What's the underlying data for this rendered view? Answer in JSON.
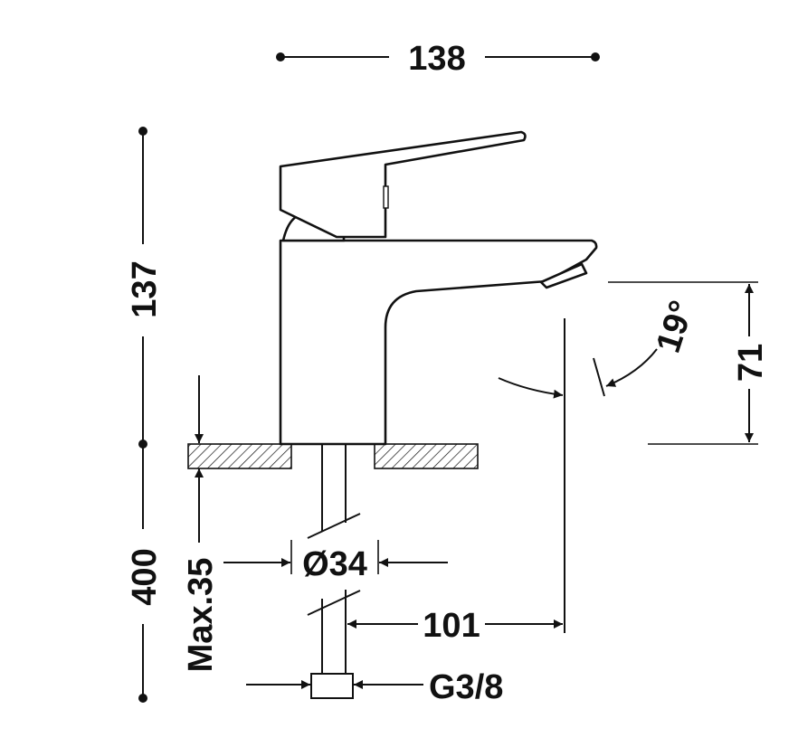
{
  "dimensions": {
    "overall_width": "138",
    "overall_height": "137",
    "spout_height": "71",
    "spout_angle": "19°",
    "base_diameter": "Ø34",
    "spout_reach": "101",
    "hose_length": "400",
    "max_counter_thickness": "Max.35",
    "thread": "G3/8"
  }
}
